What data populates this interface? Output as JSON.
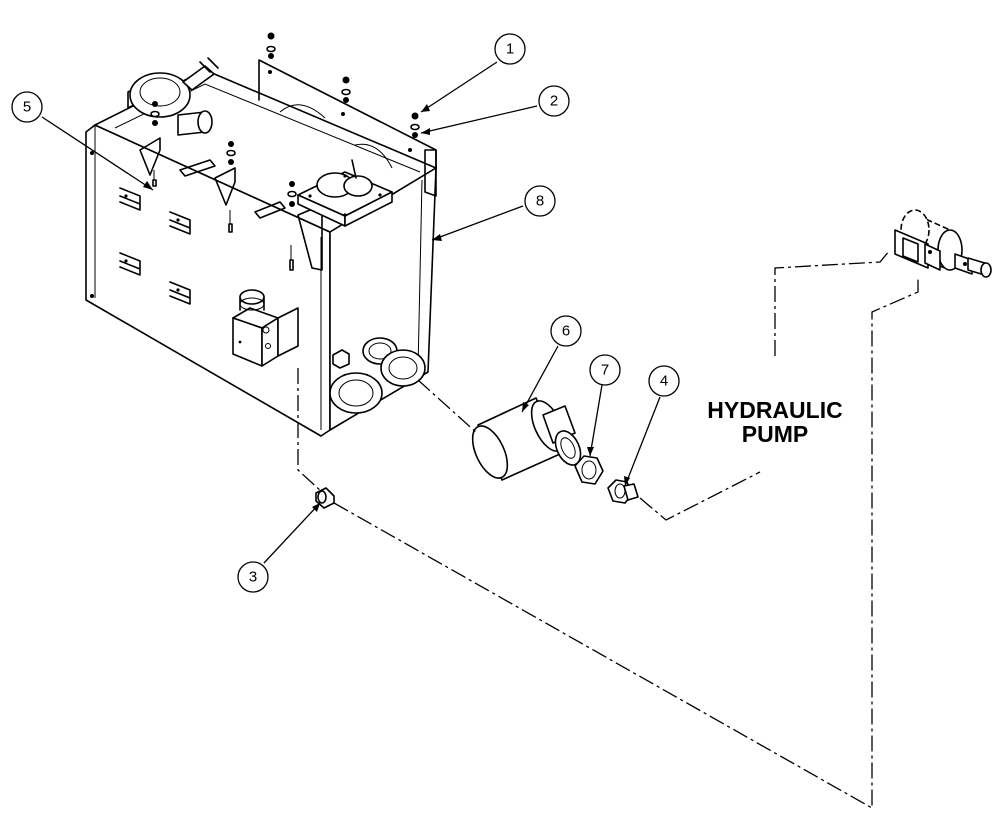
{
  "callouts": [
    {
      "id": "1",
      "label": "1"
    },
    {
      "id": "2",
      "label": "2"
    },
    {
      "id": "3",
      "label": "3"
    },
    {
      "id": "4",
      "label": "4"
    },
    {
      "id": "5",
      "label": "5"
    },
    {
      "id": "6",
      "label": "6"
    },
    {
      "id": "7",
      "label": "7"
    },
    {
      "id": "8",
      "label": "8"
    }
  ],
  "pump_label": {
    "line1": "HYDRAULIC",
    "line2": "PUMP"
  }
}
